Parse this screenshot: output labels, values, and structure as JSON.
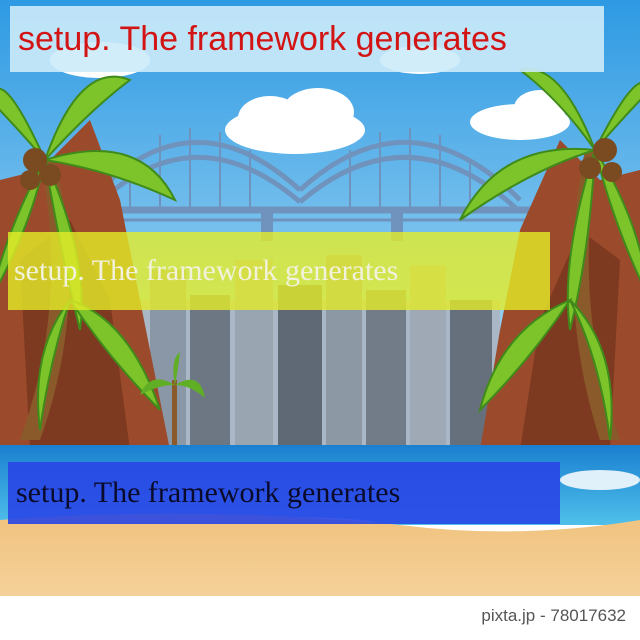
{
  "banners": {
    "top": "setup. The framework generates",
    "middle": "setup. The framework generates",
    "bottom": "setup. The framework generates"
  },
  "watermark": "pixta.jp - 78017632",
  "colors": {
    "sky": "#3aa7e8",
    "sea": "#1f8fd8",
    "sand": "#f2c98a",
    "palm_leaf": "#7cc42a",
    "rock": "#9a4a2a",
    "bridge": "#7a9bbf"
  }
}
